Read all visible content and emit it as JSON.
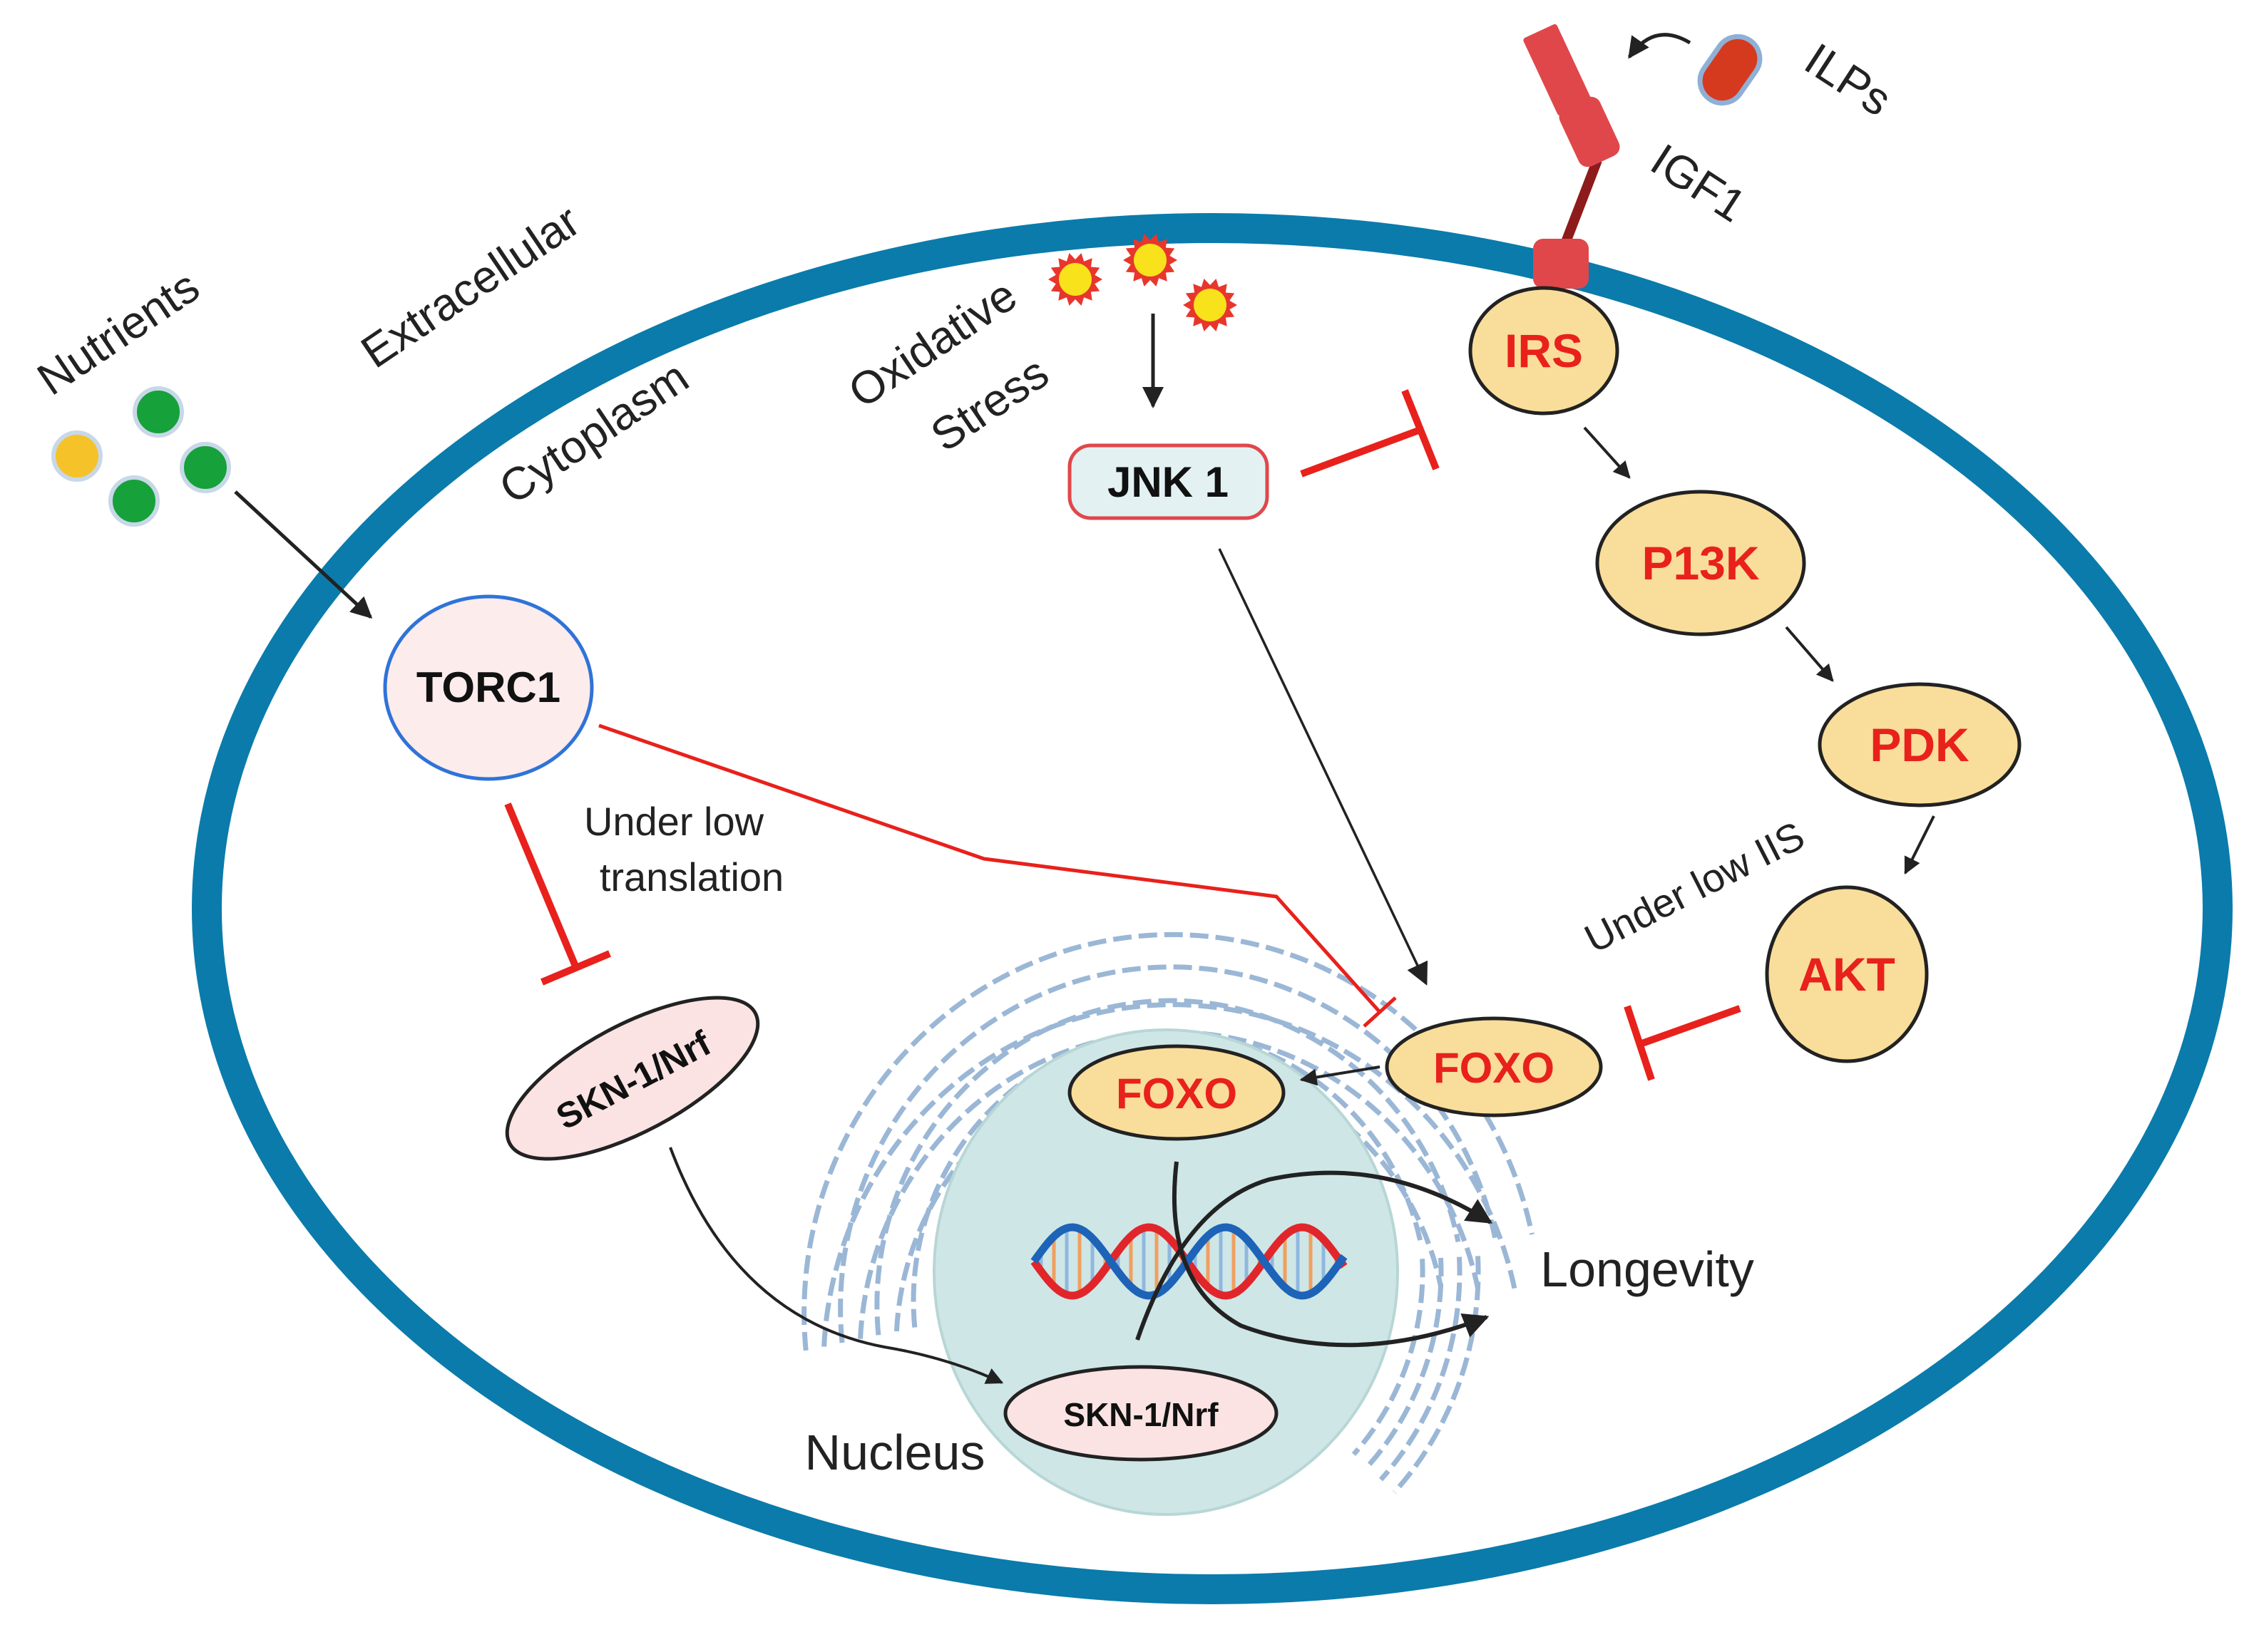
{
  "colors": {
    "membrane": "#0a7bab",
    "cell_fill": "#ffffff",
    "node_fill": "#f9dd9a",
    "node_text": "#e8211c",
    "inhibit": "#e8211c",
    "nucleus": "#cfe6e6",
    "er": "#9bb7d6",
    "torc_fill": "#fdecec",
    "torc_stroke": "#2f73d9",
    "jnk_fill": "#e3f1f3",
    "skn_fill": "#fbe3e3",
    "nutrient_green": "#16a13b",
    "nutrient_yellow": "#f6c22a",
    "receptor": "#e0474b",
    "ilp": "#d63a1e",
    "dna_red": "#e1262b",
    "dna_blue": "#1d63b8"
  },
  "labels": {
    "nutrients": "Nutrients",
    "extracellular": "Extracellular",
    "cytoplasm": "Cytoplasm",
    "oxidative": "Oxidative",
    "stress": "Stress",
    "ilps": "ILPs",
    "igf1": "IGF1",
    "under_low_translation_1": "Under low",
    "under_low_translation_2": "translation",
    "under_low_iis": "Under low IIS",
    "longevity": "Longevity",
    "nucleus": "Nucleus"
  },
  "nodes": {
    "torc1": "TORC1",
    "jnk1": "JNK 1",
    "irs": "IRS",
    "pi3k": "P13K",
    "pdk": "PDK",
    "akt": "AKT",
    "foxo_cyto": "FOXO",
    "foxo_nuc": "FOXO",
    "skn_cyto": "SKN-1/Nrf",
    "skn_nuc": "SKN-1/Nrf"
  },
  "icons": {
    "nutrients": "nutrient-particles-icon",
    "stress": "ros-particle-icon",
    "receptor": "igf1-receptor-icon",
    "ligand": "ilp-ligand-icon",
    "dna": "dna-helix-icon",
    "er": "endoplasmic-reticulum-icon"
  }
}
